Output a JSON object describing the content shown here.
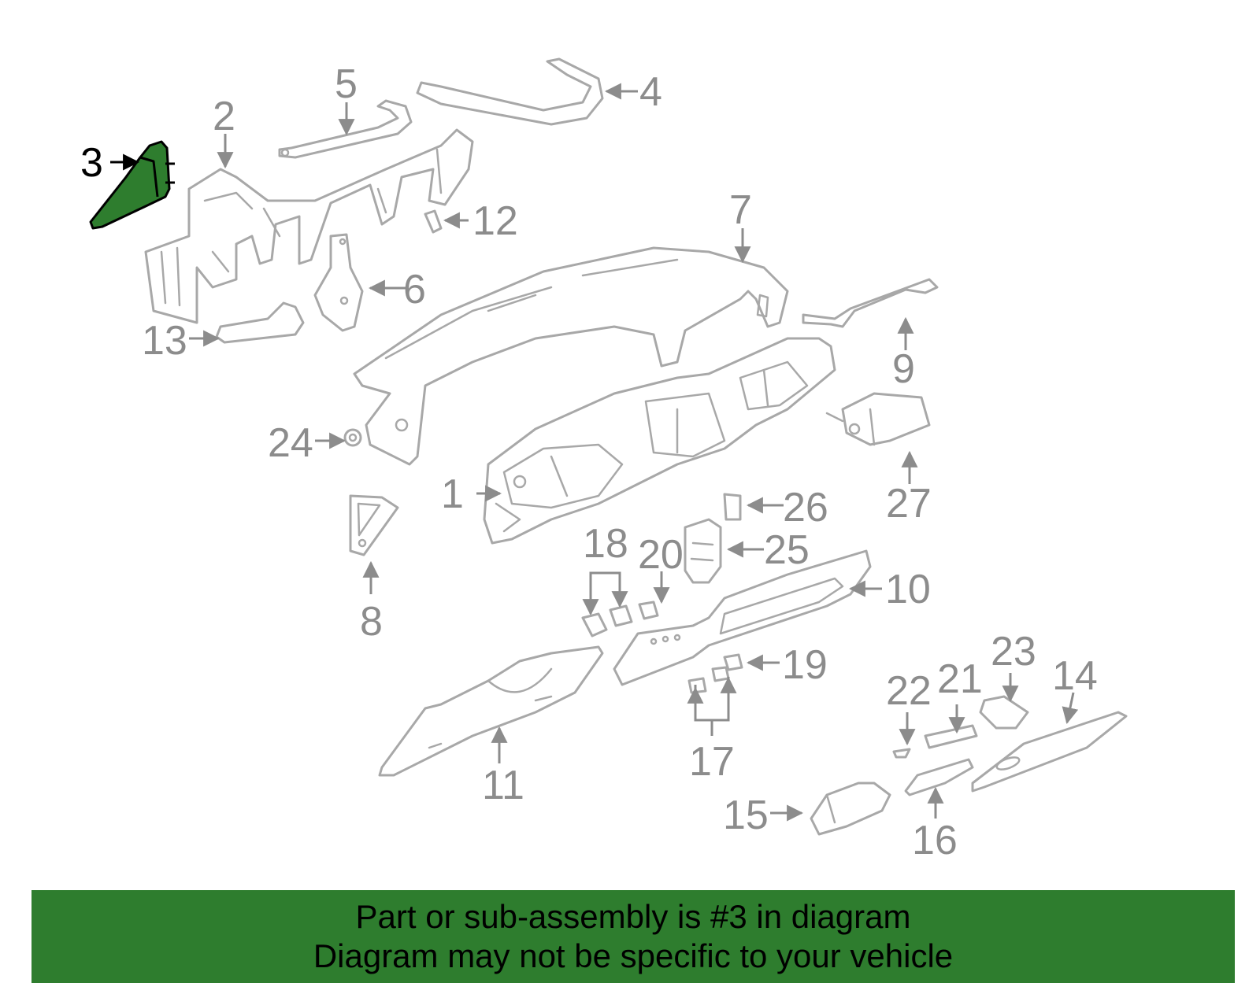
{
  "highlight": {
    "part_number": "3",
    "color": "#2e7d2e"
  },
  "callouts": [
    "1",
    "2",
    "3",
    "4",
    "5",
    "6",
    "7",
    "8",
    "9",
    "10",
    "11",
    "12",
    "13",
    "14",
    "15",
    "16",
    "17",
    "18",
    "19",
    "20",
    "21",
    "22",
    "23",
    "24",
    "25",
    "26",
    "27"
  ],
  "banner": {
    "line1": "Part or sub-assembly is #3 in diagram",
    "line2": "Diagram may not be specific to your vehicle"
  }
}
